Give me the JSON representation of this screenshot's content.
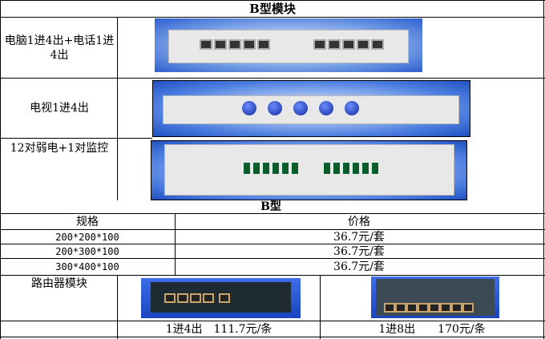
{
  "title": "B型模块",
  "rows": [
    {
      "label": "电脑1进4出+电话1进4出"
    },
    {
      "label": "电视1进4出"
    },
    {
      "label": "12对弱电+1对监控"
    }
  ],
  "section2_title": "B型",
  "spec_table": {
    "headers": [
      "规格",
      "价格"
    ],
    "rows": [
      {
        "spec": "200*200*100",
        "price": "36.7元/套"
      },
      {
        "spec": "200*300*100",
        "price": "36.7元/套"
      },
      {
        "spec": "300*400*100",
        "price": "36.7元/套"
      }
    ]
  },
  "router": {
    "label": "路由器模块",
    "option1": "1进4出　111.7元/条",
    "option2": "1进8出　　170元/条"
  }
}
